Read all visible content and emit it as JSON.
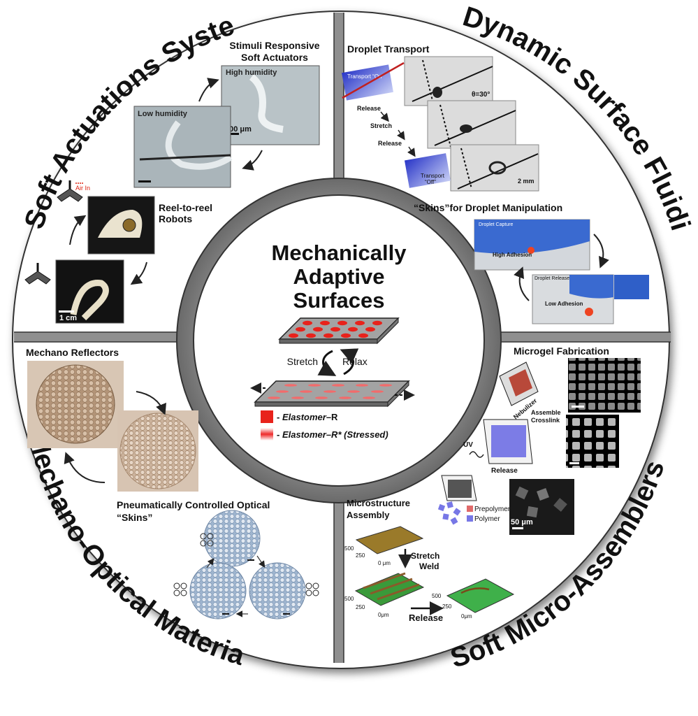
{
  "center": {
    "title_lines": [
      "Mechanically",
      "Adaptive",
      "Surfaces"
    ],
    "stretch_label": "Stretch",
    "relax_label": "Relax",
    "legend": [
      {
        "prefix": "- ",
        "italic": "Elastomer",
        "suffix": "–R"
      },
      {
        "prefix": "- ",
        "italic": "Elastomer",
        "suffix": "–R* (Stressed)"
      }
    ]
  },
  "arc_titles": {
    "top_left": "Soft Actuations Systems",
    "top_right": "Dynamic Surface Fluidics",
    "bottom_left": "Mechano-Optical Materials",
    "bottom_right": "Soft Micro-Assemblers"
  },
  "top_left": {
    "actuators_title_lines": [
      "Stimuli Responsive",
      "Soft Actuators"
    ],
    "high_humidity": "High humidity",
    "low_humidity": "Low humidity",
    "scale_500um": "500 μm",
    "air_in": "Air In",
    "robots_title_lines": [
      "Reel-to-reel",
      "Robots"
    ],
    "scale_1cm": "1 cm"
  },
  "top_right": {
    "droplet_transport": "Droplet Transport",
    "transport_on": "Transport “On”",
    "transport_off_lines": [
      "Transport",
      "“Off”"
    ],
    "theta": "θ=30°",
    "steps": [
      "Release",
      "Stretch",
      "Release"
    ],
    "scale_2mm": "2 mm",
    "skins_title": "“Skins”for Droplet Manipulation",
    "droplet_capture": "Droplet Capture",
    "high_adhesion": "High Adhesion",
    "droplet_release": "Droplet Release",
    "low_adhesion": "Low Adhesion"
  },
  "bottom_left": {
    "mechano_reflectors": "Mechano Reflectors",
    "pneumatic_lines": [
      "Pneumatically Controlled Optical",
      "“Skins”"
    ]
  },
  "bottom_right": {
    "microgel_fabrication": "Microgel Fabrication",
    "nebulizer": "Nebulizer",
    "assemble_lines": [
      "Assemble",
      "Crosslink"
    ],
    "uv": "UV",
    "release": "Release",
    "prepolymer": "Prepolymer",
    "polymer": "Polymer",
    "scale_50um": "50 μm",
    "microstructure_lines": [
      "Microstructure",
      "Assembly"
    ],
    "stretch_weld_lines": [
      "Stretch",
      "Weld"
    ],
    "release2": "Release",
    "axis_500": "500",
    "axis_250": "250",
    "axis_0um": "0μm",
    "axis_0_um": "0 μm"
  },
  "colors": {
    "red_dot": "#e8221b",
    "stressed": "#f26b6b",
    "plate": "#9a9a9a",
    "blue_glove": "#4a7fd6",
    "prepolymer": "#e06a6a",
    "polymer": "#7777e6"
  }
}
